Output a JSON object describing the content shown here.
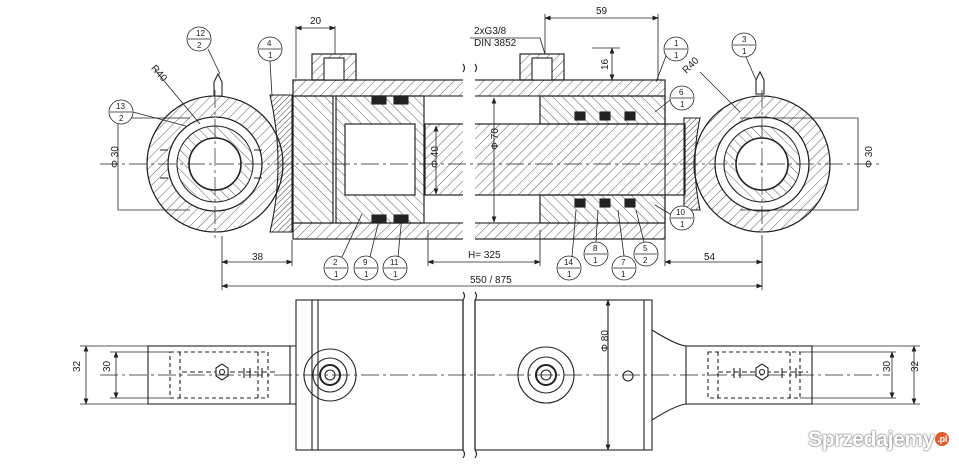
{
  "dimensions": {
    "d20": "20",
    "d59": "59",
    "d16": "16",
    "ports": "2xG3/8",
    "din": "DIN 3852",
    "r40_left": "R40",
    "r40_right": "R40",
    "phi30_left": "Φ 30",
    "phi30_right": "Φ 30",
    "phi70": "Φ 70",
    "phi40": "Φ 40",
    "phi80": "Φ 80",
    "d38": "38",
    "d54": "54",
    "stroke": "H= 325",
    "length": "550 / 875",
    "d32_left": "32",
    "d30_left": "30",
    "d30_right": "30",
    "d32_right": "32"
  },
  "balloons": [
    {
      "id": "b12",
      "top": "12",
      "bottom": "2"
    },
    {
      "id": "b4",
      "top": "4",
      "bottom": "1"
    },
    {
      "id": "b13",
      "top": "13",
      "bottom": "2"
    },
    {
      "id": "b1",
      "top": "1",
      "bottom": "1"
    },
    {
      "id": "b3",
      "top": "3",
      "bottom": "1"
    },
    {
      "id": "b6",
      "top": "6",
      "bottom": "1"
    },
    {
      "id": "b10",
      "top": "10",
      "bottom": "1"
    },
    {
      "id": "b2",
      "top": "2",
      "bottom": "1"
    },
    {
      "id": "b9",
      "top": "9",
      "bottom": "1"
    },
    {
      "id": "b11",
      "top": "11",
      "bottom": "1"
    },
    {
      "id": "b14",
      "top": "14",
      "bottom": "1"
    },
    {
      "id": "b8",
      "top": "8",
      "bottom": "1"
    },
    {
      "id": "b7",
      "top": "7",
      "bottom": "1"
    },
    {
      "id": "b5",
      "top": "5",
      "bottom": "2"
    }
  ],
  "watermark": {
    "text": "Sprzedajemy",
    "suffix": ".pl"
  }
}
